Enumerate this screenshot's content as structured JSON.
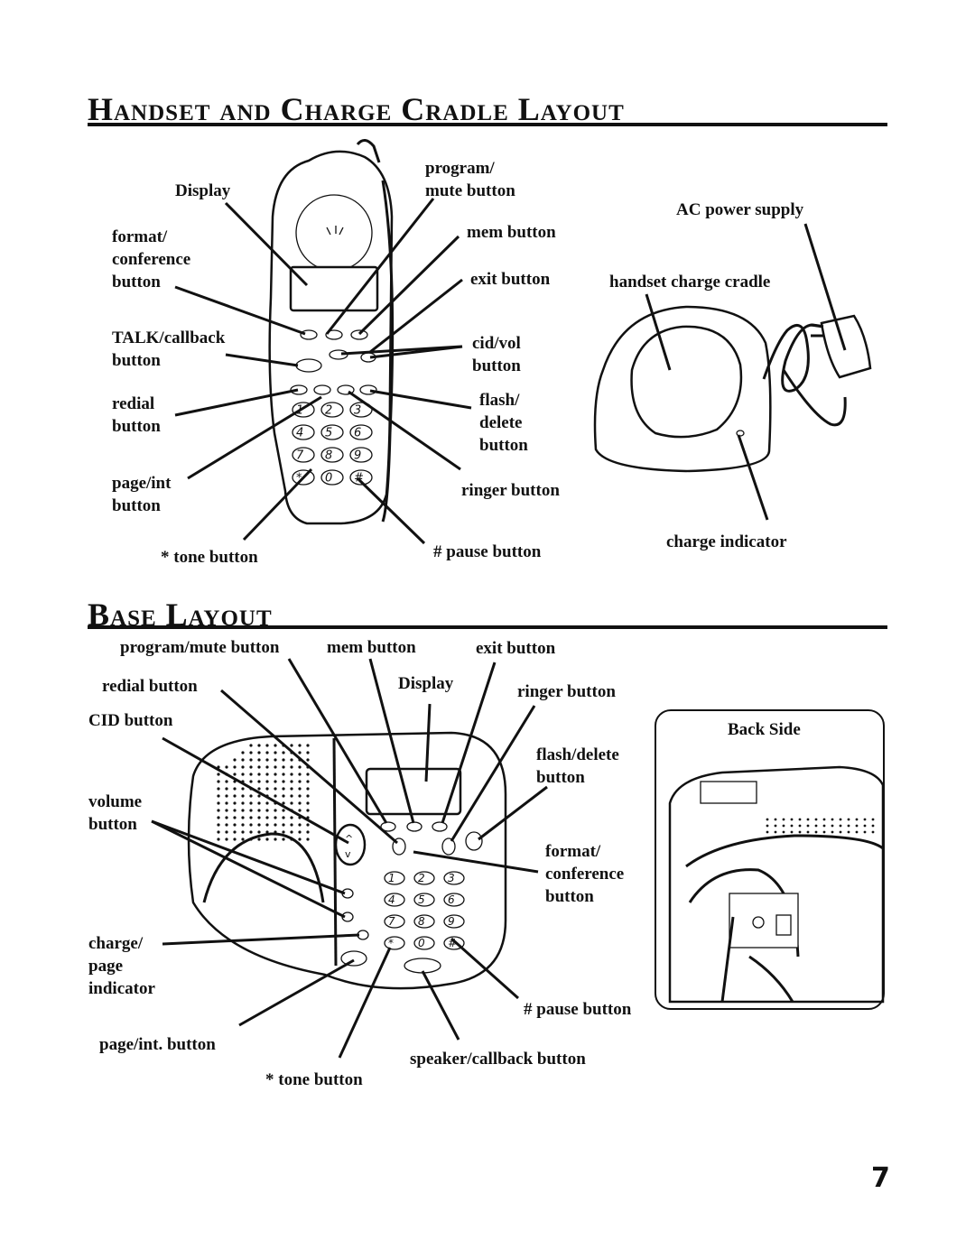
{
  "headings": {
    "handset_section": "Handset and Charge Cradle Layout",
    "base_section": "Base Layout"
  },
  "handset_labels": {
    "display": "Display",
    "format_conference": "format/\nconference\nbutton",
    "talk_callback": "TALK/callback\nbutton",
    "redial": "redial\nbutton",
    "page_int": "page/int\nbutton",
    "tone": "* tone button",
    "program_mute": "program/\nmute button",
    "mem": "mem button",
    "exit": "exit button",
    "cid_vol": "cid/vol\nbutton",
    "flash_delete": "flash/\ndelete\nbutton",
    "ringer": "ringer button",
    "pause": "# pause button",
    "ac_power": "AC power supply",
    "charge_cradle": "handset charge cradle",
    "charge_indicator": "charge indicator"
  },
  "base_labels": {
    "program_mute": "program/mute button",
    "mem": "mem button",
    "exit": "exit button",
    "redial": "redial button",
    "display": "Display",
    "ringer": "ringer button",
    "cid": "CID button",
    "flash_delete": "flash/delete\nbutton",
    "volume": "volume\nbutton",
    "format_conference": "format/\nconference\nbutton",
    "charge_page_indicator": "charge/\npage\nindicator",
    "pause": "# pause button",
    "page_int": "page/int. button",
    "speaker_callback": "speaker/callback button",
    "tone": "* tone button",
    "back_side": "Back Side"
  },
  "keypad": [
    "1",
    "2",
    "3",
    "4",
    "5",
    "6",
    "7",
    "8",
    "9",
    "*",
    "0",
    "#"
  ],
  "page_number": "7"
}
